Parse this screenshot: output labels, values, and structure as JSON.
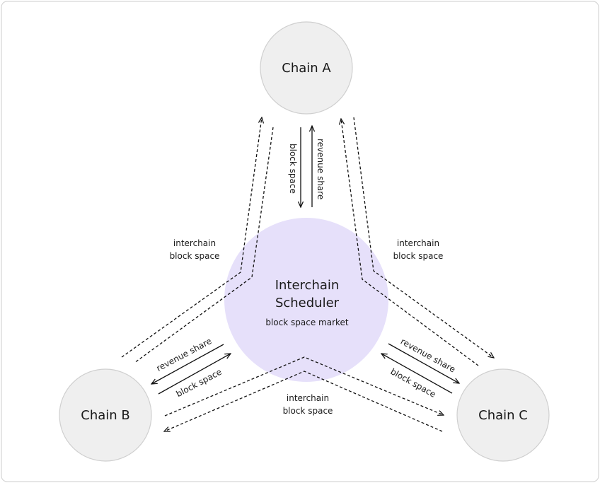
{
  "nodes": {
    "chain_a": "Chain A",
    "chain_b": "Chain B",
    "chain_c": "Chain C"
  },
  "hub": {
    "title_line1": "Interchain",
    "title_line2": "Scheduler",
    "subtitle": "block space market"
  },
  "edges": {
    "revenue_share": "revenue share",
    "block_space": "block space",
    "interchain_line1": "interchain",
    "interchain_line2": "block space"
  }
}
